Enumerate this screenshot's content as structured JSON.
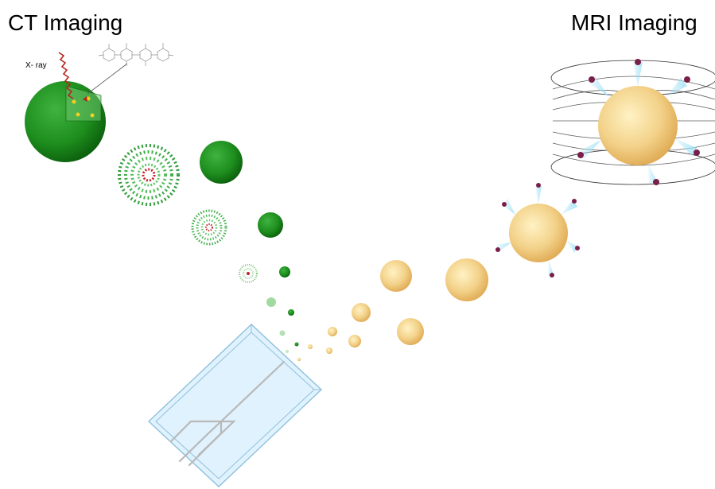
{
  "left_title": "CT Imaging",
  "right_title": "MRI Imaging",
  "xray_label": "X- ray",
  "colors": {
    "ct_green": "#1e8f1e",
    "ct_green_dark": "#0b5d0b",
    "ct_green_light": "#6fc56f",
    "ct_red": "#c0242a",
    "xray_wave": "#b3261e",
    "gold_particle": "#e6a93a",
    "gold_light": "#f7dc8c",
    "chip_fill": "#d6eefc",
    "chip_stroke": "#8fc1dc",
    "field_line": "#333333",
    "spin_cyan": "#9fe1f5",
    "spin_purple": "#7a1f4a"
  },
  "icons": {
    "microfluidic_chip": "microfluidic-chip-icon",
    "xray": "xray-wave-icon",
    "molecule": "contrast-agent-molecule-icon",
    "magnetic_field": "magnetic-field-icon"
  }
}
